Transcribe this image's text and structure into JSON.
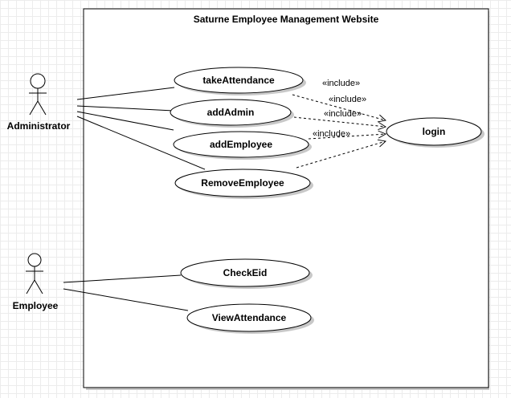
{
  "system": {
    "title": "Saturne Employee Management Website"
  },
  "actors": {
    "administrator": "Administrator",
    "employee": "Employee"
  },
  "use_cases": {
    "take_attendance": "takeAttendance",
    "add_admin": "addAdmin",
    "add_employee": "addEmployee",
    "remove_employee": "RemoveEmployee",
    "login": "login",
    "check_eid": "CheckEid",
    "view_attendance": "ViewAttendance"
  },
  "relations": {
    "include_label": "«include»"
  },
  "colors": {
    "stroke": "#000000",
    "fill": "#ffffff",
    "shadow": "#c8c8c8",
    "grid": "#ececec"
  }
}
